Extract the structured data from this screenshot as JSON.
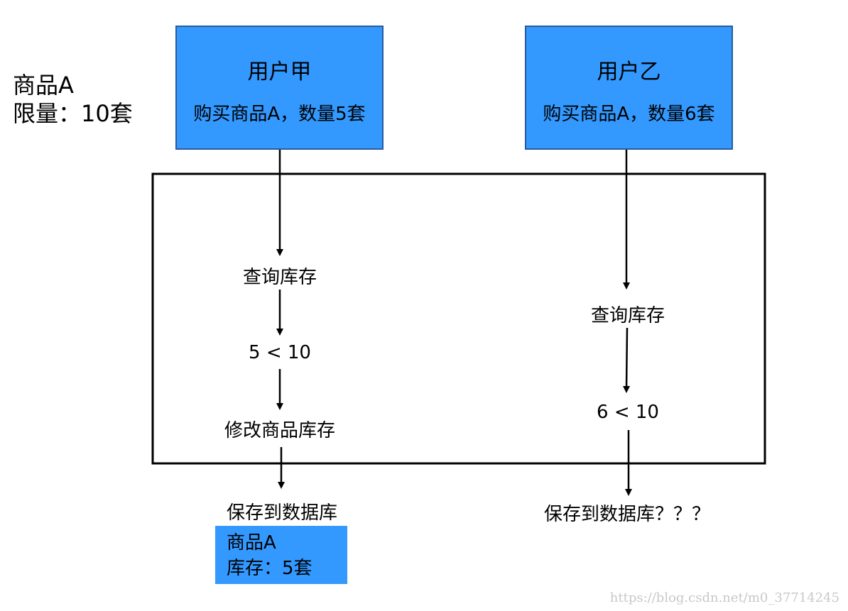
{
  "product": {
    "line1": "商品A",
    "line2": "限量：10套"
  },
  "user_a": {
    "title": "用户甲",
    "action": "购买商品A，数量5套",
    "steps": [
      "查询库存",
      "5 < 10",
      "修改商品库存",
      "保存到数据库"
    ],
    "result": {
      "line1": "商品A",
      "line2": "库存：5套"
    }
  },
  "user_b": {
    "title": "用户乙",
    "action": "购买商品A，数量6套",
    "steps": [
      "查询库存",
      "6 < 10",
      "保存到数据库？？？"
    ]
  },
  "watermark": "https://blog.csdn.net/m0_37714245",
  "colors": {
    "box_fill": "#3399ff",
    "box_border": "#2a5a9e"
  }
}
